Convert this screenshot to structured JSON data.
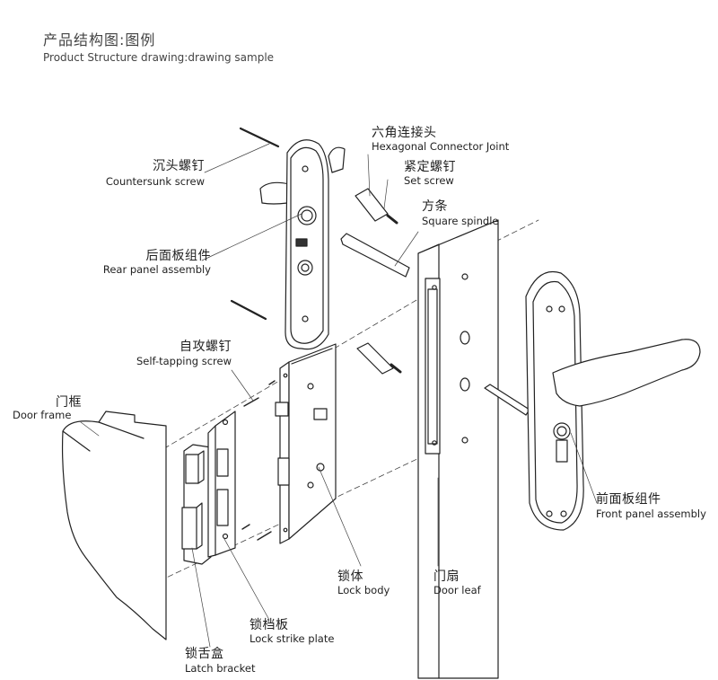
{
  "header": {
    "title_cn": "产品结构图:图例",
    "title_en": "Product Structure drawing:drawing sample"
  },
  "labels": {
    "hex_joint": {
      "cn": "六角连接头",
      "en": "Hexagonal Connector Joint"
    },
    "countersunk_screw": {
      "cn": "沉头螺钉",
      "en": "Countersunk screw"
    },
    "set_screw": {
      "cn": "紧定螺钉",
      "en": "Set screw"
    },
    "square_spindle": {
      "cn": "方条",
      "en": "Square spindle"
    },
    "rear_panel": {
      "cn": "后面板组件",
      "en": "Rear panel assembly"
    },
    "self_tapping_screw": {
      "cn": "自攻螺钉",
      "en": "Self-tapping screw"
    },
    "door_frame": {
      "cn": "门框",
      "en": "Door frame"
    },
    "front_panel": {
      "cn": "前面板组件",
      "en": "Front panel assembly"
    },
    "lock_body": {
      "cn": "锁体",
      "en": "Lock body"
    },
    "door_leaf": {
      "cn": "门扇",
      "en": "Door leaf"
    },
    "strike_plate": {
      "cn": "锁档板",
      "en": "Lock strike plate"
    },
    "latch_bracket": {
      "cn": "锁舌盒",
      "en": "Latch bracket"
    }
  },
  "colors": {
    "line": "#222222",
    "fill": "#ffffff",
    "dark": "#333333"
  }
}
